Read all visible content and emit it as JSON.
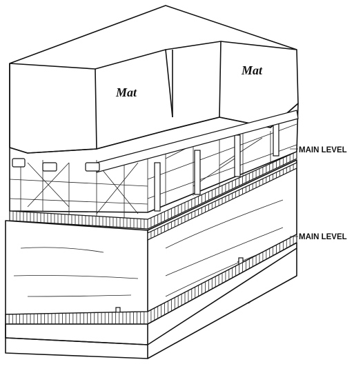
{
  "figure": {
    "labels": {
      "upper_level": "MAIN LEVEL",
      "lower_level": "MAIN LEVEL",
      "mat_left": "Mat",
      "mat_right": "Mat"
    }
  },
  "colors": {
    "ink": "#111111",
    "paper": "#ffffff"
  }
}
